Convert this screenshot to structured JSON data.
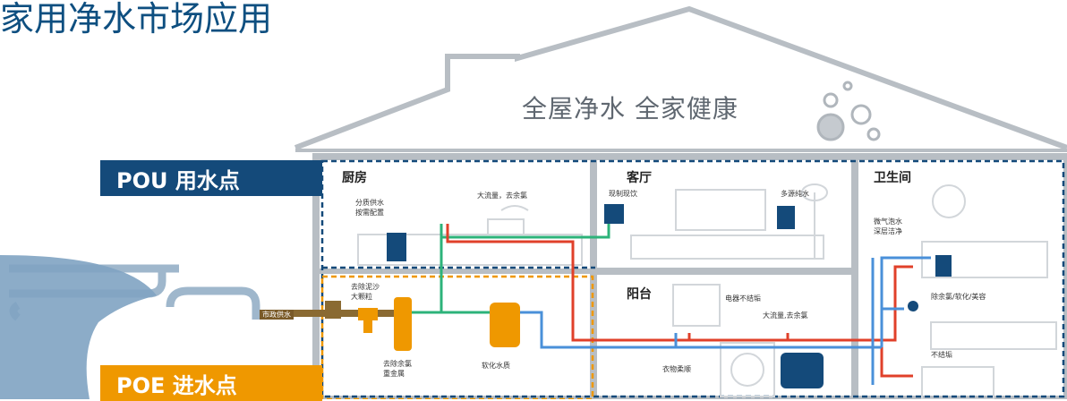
{
  "title": "家用净水市场应用",
  "slogan": "全屋净水 全家健康",
  "tags": {
    "pou": "POU 用水点",
    "poe": "POE 进水点"
  },
  "rooms": {
    "kitchen": "厨房",
    "living": "客厅",
    "bathroom": "卫生间",
    "balcony": "阳台"
  },
  "labels": {
    "kitchen_dispense_1": "分质供水",
    "kitchen_dispense_2": "按需配置",
    "kitchen_flow": "大流量，去余氯",
    "living_control": "现制现饮",
    "living_multi": "多源纯水",
    "bath_bubble_1": "微气泡水",
    "bath_bubble_2": "深层洁净",
    "bath_chlorine": "除余氯/软化/美容",
    "bath_scale": "不结垢",
    "balcony_appliance": "电器不结垢",
    "balcony_flow": "大流量,去余氯",
    "balcony_clothes": "衣物柔顺",
    "poe_sediment_1": "去除泥沙",
    "poe_sediment_2": "大颗粒",
    "poe_chlorine_1": "去除余氯",
    "poe_chlorine_2": "重金属",
    "poe_soft": "软化水质",
    "city_water": "市政供水"
  },
  "colors": {
    "navy": "#144a7a",
    "orange": "#ef9800",
    "red_pipe": "#e0402a",
    "blue_pipe": "#4a90d9",
    "green_pipe": "#2db37a",
    "house_gray": "#b8bec4"
  }
}
